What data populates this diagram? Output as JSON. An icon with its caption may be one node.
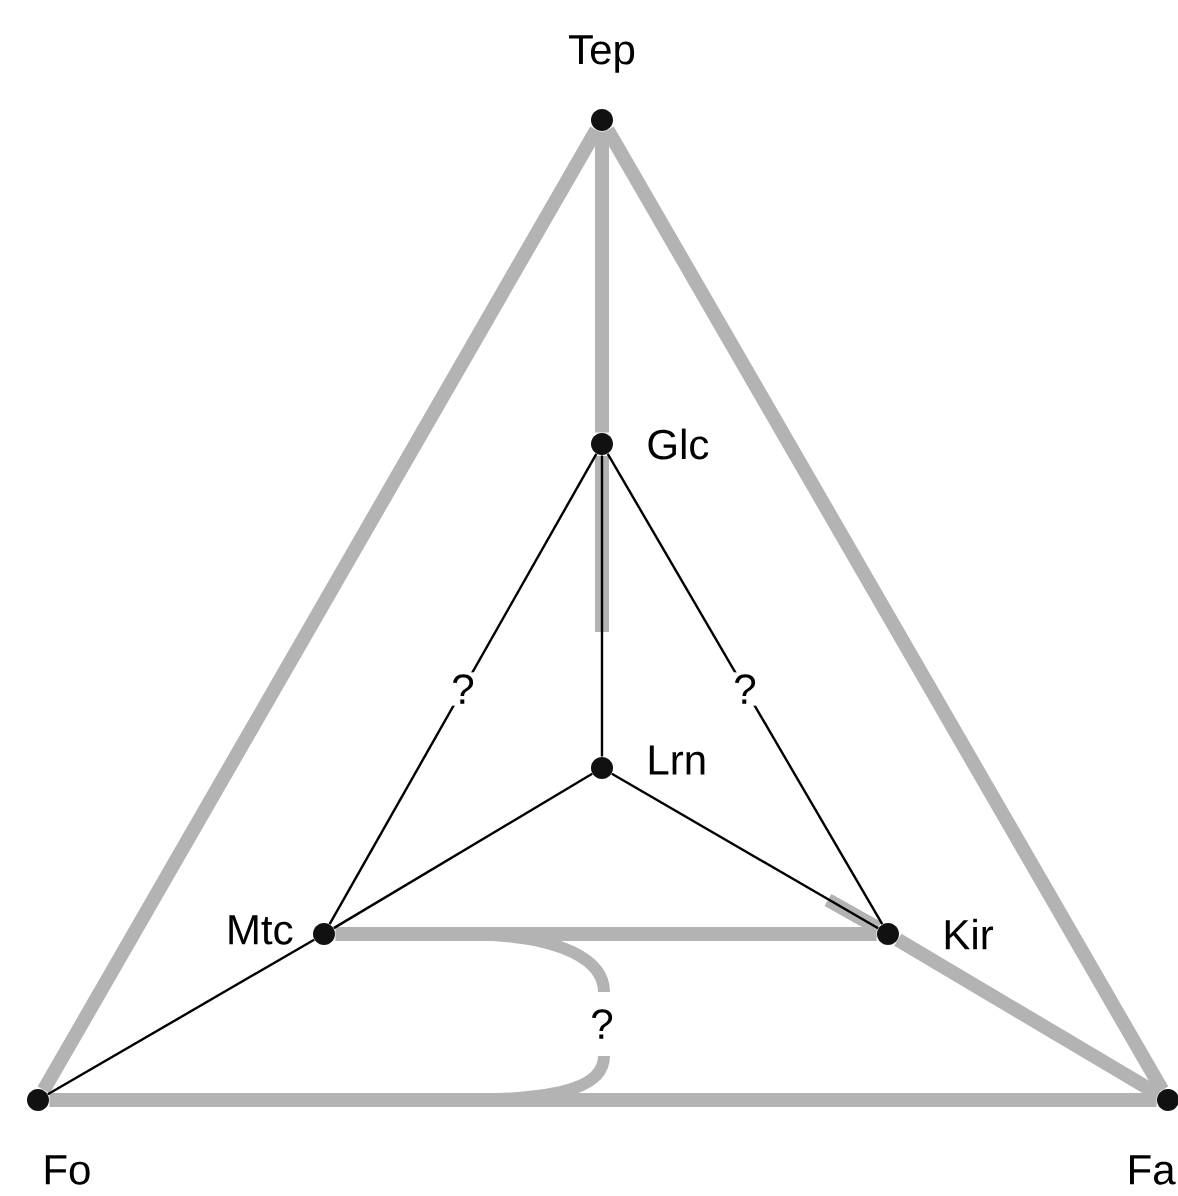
{
  "diagram": {
    "nodes": [
      {
        "text": [
          "Tep"
        ]
      },
      {
        "text": [
          "Glc"
        ]
      },
      {
        "text": [
          "Lrn"
        ]
      },
      {
        "text": [
          "Mtc"
        ]
      },
      {
        "text": [
          "Kir"
        ]
      },
      {
        "text": [
          "Fo"
        ]
      },
      {
        "text": [
          "Fa"
        ]
      }
    ],
    "edges": [
      {
        "from": 0,
        "to": 5,
        "arrow": "none",
        "style": "thick",
        "color": "#b3b3b3"
      },
      {
        "from": 0,
        "to": 6,
        "arrow": "none",
        "style": "thick",
        "color": "#b3b3b3"
      },
      {
        "from": 5,
        "to": 6,
        "arrow": "none",
        "style": "thick",
        "color": "#b3b3b3"
      },
      {
        "from": 0,
        "to": 1,
        "arrow": "none",
        "style": "thick",
        "color": "#b3b3b3"
      },
      {
        "from": 3,
        "to": 4,
        "arrow": "none",
        "style": "thick",
        "color": "#b3b3b3"
      },
      {
        "from": 4,
        "to": 6,
        "arrow": "none",
        "style": "thick",
        "color": "#b3b3b3"
      },
      {
        "from": 1,
        "to": 2,
        "arrow": "none",
        "color": "#000000"
      },
      {
        "from": 1,
        "to": 3,
        "arrow": "none",
        "label": "?",
        "color": "#000000"
      },
      {
        "from": 1,
        "to": 4,
        "arrow": "none",
        "label": "?",
        "color": "#000000"
      },
      {
        "from": 2,
        "to": 3,
        "arrow": "none",
        "color": "#000000"
      },
      {
        "from": 2,
        "to": 4,
        "arrow": "none",
        "color": "#000000"
      },
      {
        "from": 3,
        "to": 5,
        "arrow": "none",
        "color": "#000000"
      }
    ],
    "labels": [
      "?"
    ]
  }
}
